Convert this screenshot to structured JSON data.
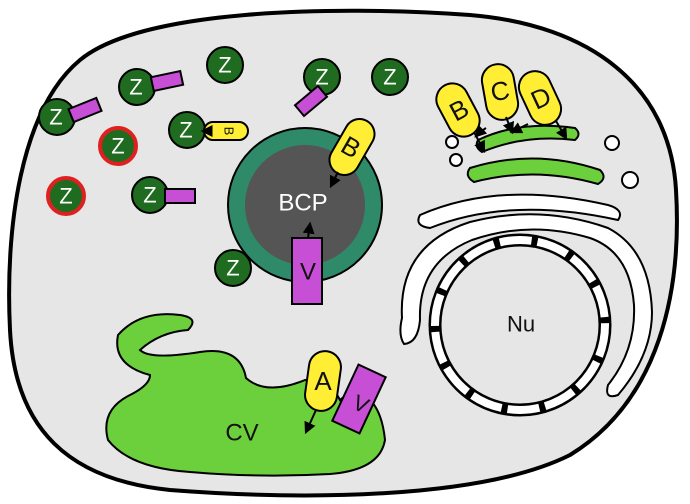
{
  "labels": {
    "z": "Z",
    "b": "B",
    "c": "C",
    "d": "D",
    "a": "A",
    "v": "V",
    "bcp": "BCP",
    "nu": "Nu",
    "cv": "CV"
  },
  "colors": {
    "cell_fill": "#e6e6e6",
    "outline": "#000000",
    "green_dark": "#1f6b1f",
    "green_light": "#6ccf3c",
    "yellow": "#ffee33",
    "purple": "#c64fd6",
    "ring_red": "#e02020",
    "bcp_outer": "#2e8a68",
    "bcp_inner": "#555555"
  }
}
